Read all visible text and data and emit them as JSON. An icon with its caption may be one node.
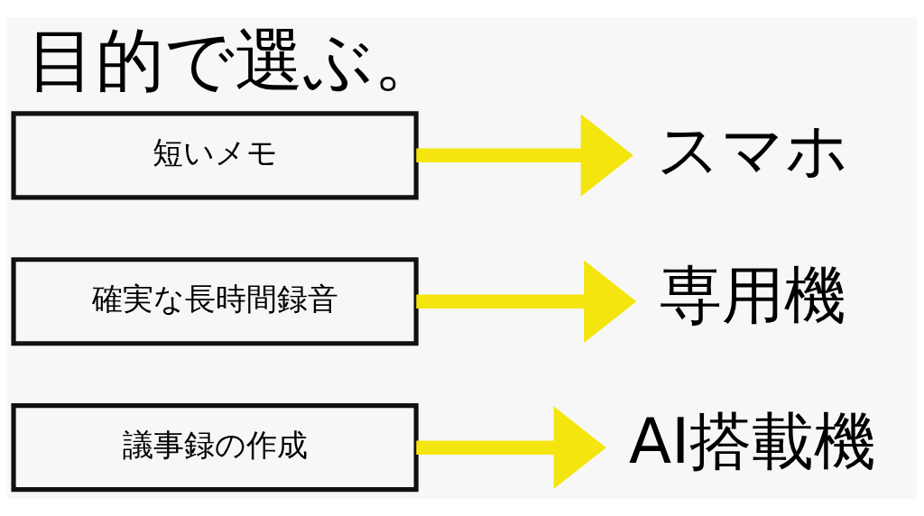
{
  "diagram": {
    "title": "目的で選ぶ。",
    "nodes": [
      {
        "text": [
          "短いメモ"
        ]
      },
      {
        "text": [
          "スマホ"
        ]
      },
      {
        "text": [
          "確実な長時間録音"
        ]
      },
      {
        "text": [
          "専用機"
        ]
      },
      {
        "text": [
          "議事録の作成"
        ]
      },
      {
        "text": [
          "AI搭載機"
        ]
      }
    ],
    "edges": [
      {
        "from": 0,
        "to": 1,
        "arrow": "to"
      },
      {
        "from": 2,
        "to": 3,
        "arrow": "to"
      },
      {
        "from": 4,
        "to": 5,
        "arrow": "to"
      }
    ]
  }
}
